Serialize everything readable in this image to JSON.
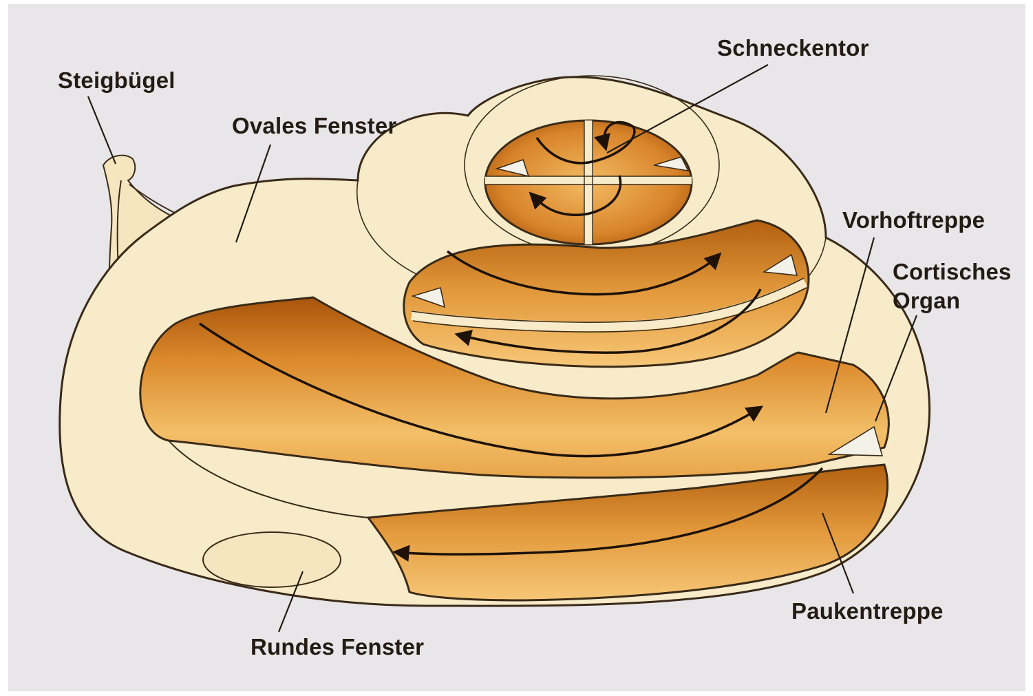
{
  "labels": {
    "steigbuegel": "Steigbügel",
    "ovales_fenster": "Ovales Fenster",
    "schneckentor": "Schneckentor",
    "vorhoftreppe": "Vorhoftreppe",
    "cortisches_line1": "Cortisches",
    "cortisches_line2": "Organ",
    "paukentreppe": "Paukentreppe",
    "rundes_fenster": "Rundes Fenster"
  },
  "colors": {
    "background": "#e8e6e8",
    "shell": "#f7ebc9",
    "outline": "#3a2a18",
    "canal_dark": "#b4610f",
    "canal_mid": "#dd8d2e",
    "canal_light": "#f4c36c",
    "arrow": "#1e1208",
    "text": "#231c14"
  }
}
